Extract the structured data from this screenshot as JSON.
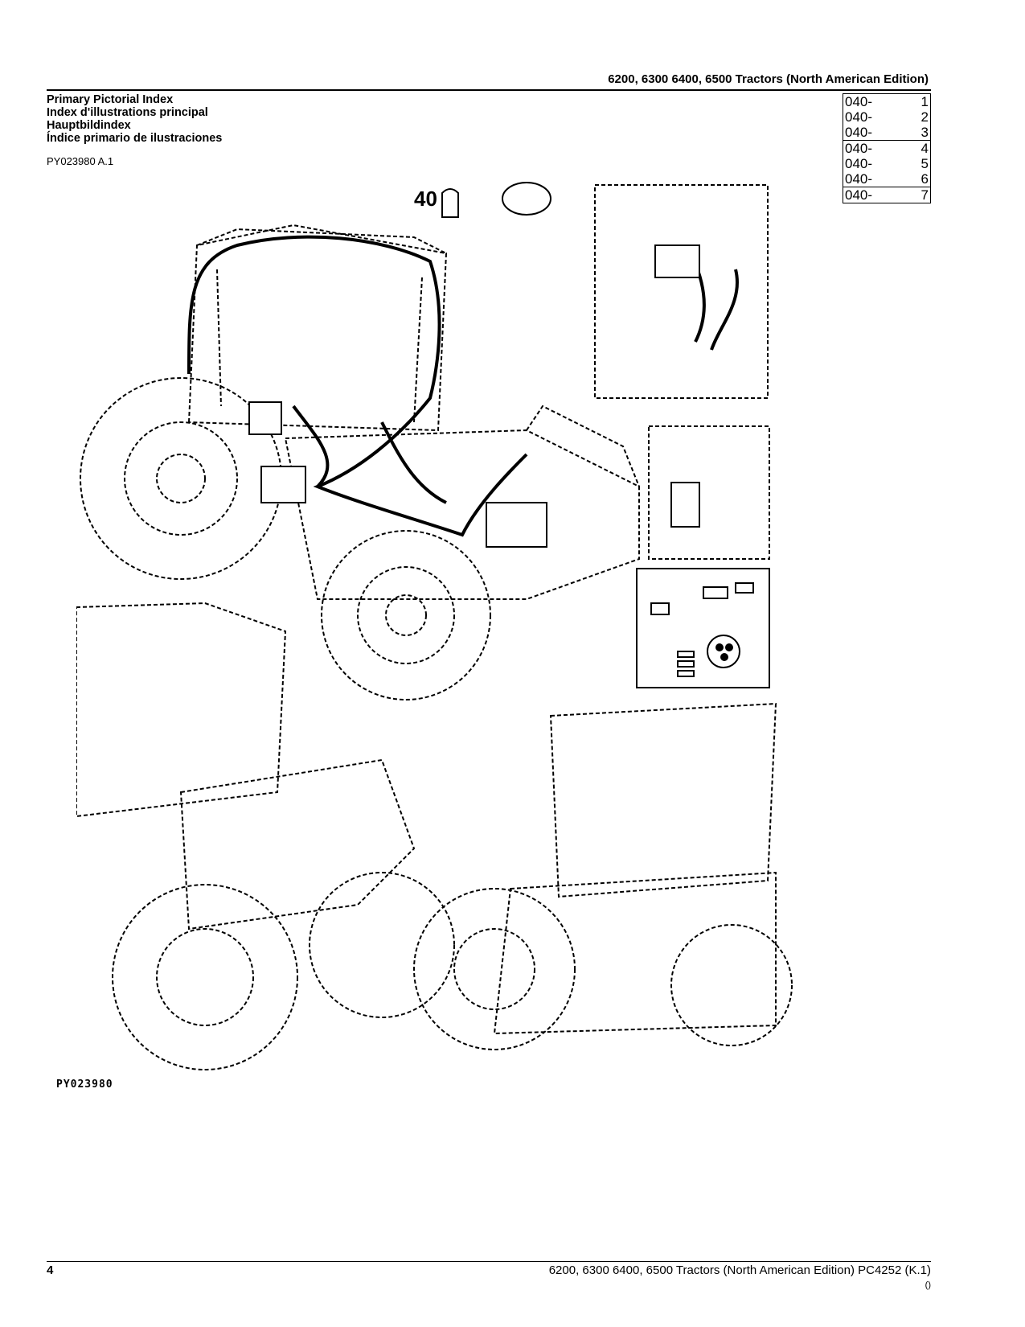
{
  "header": {
    "title": "6200, 6300 6400, 6500 Tractors (North American Edition)"
  },
  "titles": {
    "en": "Primary Pictorial Index",
    "fr": "Index d'illustrations principal",
    "de": "Hauptbildindex",
    "es": "Índice primario de ilustraciones"
  },
  "reference_code": "PY023980 A.1",
  "index": [
    {
      "code": "040-",
      "num": "1"
    },
    {
      "code": "040-",
      "num": "2"
    },
    {
      "code": "040-",
      "num": "3"
    },
    {
      "code": "040-",
      "num": "4"
    },
    {
      "code": "040-",
      "num": "5"
    },
    {
      "code": "040-",
      "num": "6"
    },
    {
      "code": "040-",
      "num": "7"
    }
  ],
  "illustration": {
    "callout": "40",
    "figure_id": "PY023980"
  },
  "footer": {
    "page_number": "4",
    "text": "6200, 6300 6400, 6500 Tractors (North American Edition)   PC4252   (K.1)",
    "mark": "()"
  }
}
